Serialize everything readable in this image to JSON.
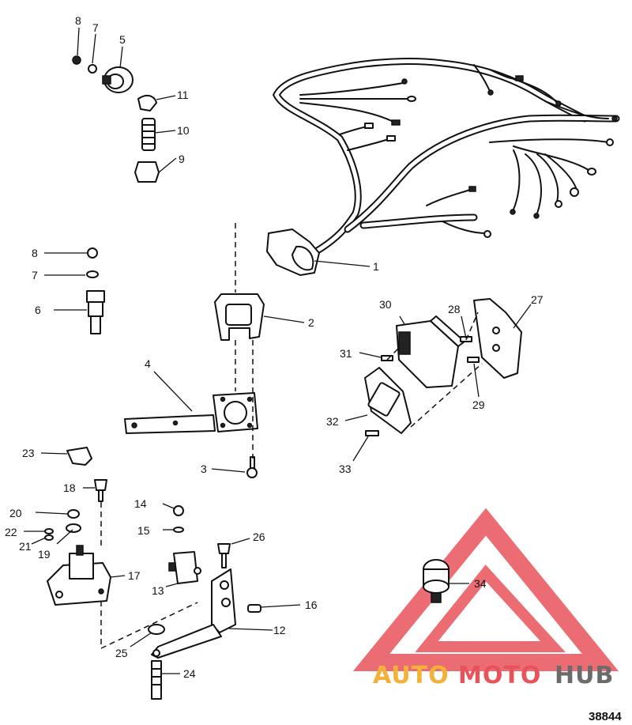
{
  "diagram": {
    "figure_number": "38844",
    "callouts": {
      "c1": "1",
      "c2": "2",
      "c3": "3",
      "c4": "4",
      "c5": "5",
      "c6": "6",
      "c7a": "7",
      "c7b": "7",
      "c8a": "8",
      "c8b": "8",
      "c9": "9",
      "c10": "10",
      "c11": "11",
      "c12": "12",
      "c13": "13",
      "c14": "14",
      "c15": "15",
      "c16": "16",
      "c17": "17",
      "c18": "18",
      "c19": "19",
      "c20": "20",
      "c21": "21",
      "c22": "22",
      "c23": "23",
      "c24": "24",
      "c25": "25",
      "c26": "26",
      "c27": "27",
      "c28": "28",
      "c29": "29",
      "c30": "30",
      "c31": "31",
      "c32": "32",
      "c33": "33",
      "c34": "34"
    }
  },
  "watermark": {
    "brand_part1": "AUTO",
    "brand_part2": "MOTO",
    "brand_part3": "HUB",
    "colors": {
      "red": "#e8535a",
      "orange": "#f3b13a",
      "gray": "#6b6b6b"
    }
  }
}
